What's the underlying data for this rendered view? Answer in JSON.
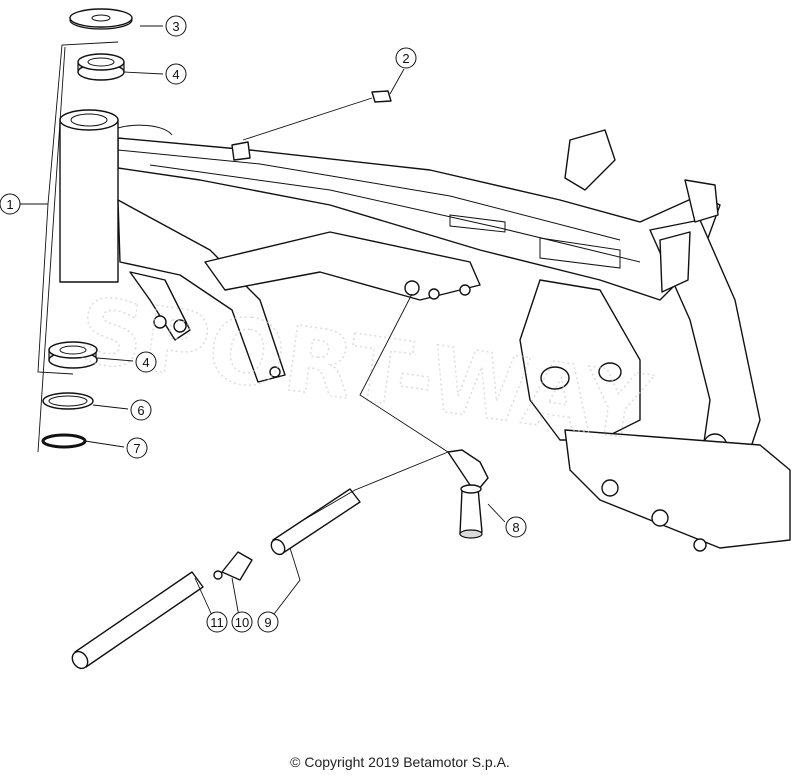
{
  "callouts": [
    {
      "id": "c1",
      "label": "1"
    },
    {
      "id": "c2",
      "label": "2"
    },
    {
      "id": "c3",
      "label": "3"
    },
    {
      "id": "c4a",
      "label": "4"
    },
    {
      "id": "c4b",
      "label": "4"
    },
    {
      "id": "c6",
      "label": "6"
    },
    {
      "id": "c7",
      "label": "7"
    },
    {
      "id": "c8",
      "label": "8"
    },
    {
      "id": "c9",
      "label": "9"
    },
    {
      "id": "c10",
      "label": "10"
    },
    {
      "id": "c11",
      "label": "11"
    }
  ],
  "footer": {
    "copyright": "© Copyright 2019 Betamotor S.p.A."
  },
  "watermark_text": "SPORT-WAY",
  "colors": {
    "line": "#111111",
    "fill": "#ffffff",
    "shade": "#d9d9d9"
  }
}
